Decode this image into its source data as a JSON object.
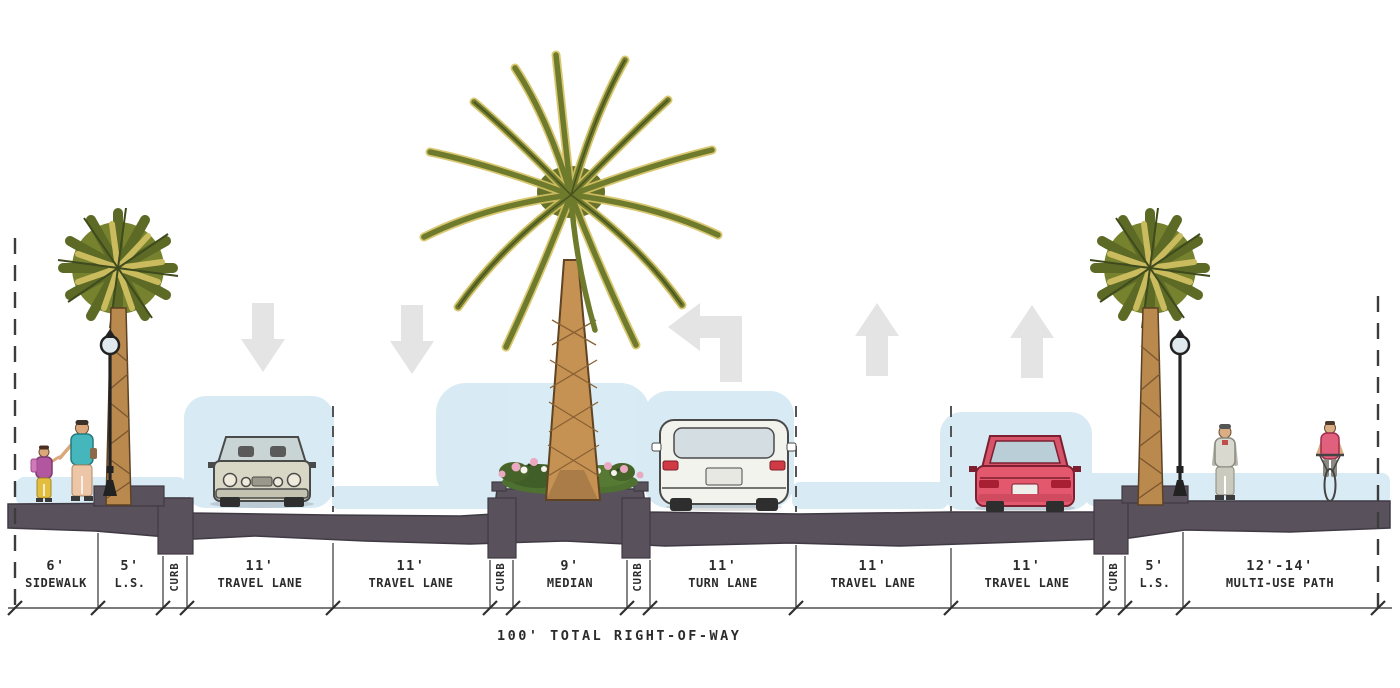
{
  "figure": {
    "kind": "street-cross-section-rendering",
    "total_row_label": "100' TOTAL RIGHT-OF-WAY"
  },
  "segments": [
    {
      "size": "6'",
      "name": "SIDEWALK"
    },
    {
      "size": "5'",
      "name": "L.S."
    },
    {
      "size": "",
      "name": "CURB"
    },
    {
      "size": "11'",
      "name": "TRAVEL LANE"
    },
    {
      "size": "11'",
      "name": "TRAVEL LANE"
    },
    {
      "size": "",
      "name": "CURB"
    },
    {
      "size": "9'",
      "name": "MEDIAN"
    },
    {
      "size": "",
      "name": "CURB"
    },
    {
      "size": "11'",
      "name": "TURN LANE"
    },
    {
      "size": "11'",
      "name": "TRAVEL LANE"
    },
    {
      "size": "11'",
      "name": "TRAVEL LANE"
    },
    {
      "size": "",
      "name": "CURB"
    },
    {
      "size": "5'",
      "name": "L.S."
    },
    {
      "size": "12'-14'",
      "name": "MULTI-USE PATH"
    }
  ],
  "scene": {
    "arrows": [
      "down",
      "down",
      "left-turn",
      "up",
      "up"
    ]
  },
  "colors": {
    "pavement": "#59525c",
    "water_wash": "#cfe6f1",
    "arrow_gray": "#e4e4e4",
    "palm_green": "#6f7b2c",
    "palm_yellow": "#d5c263",
    "trunk_brown": "#b9894d",
    "ink": "#2b2b2b"
  }
}
